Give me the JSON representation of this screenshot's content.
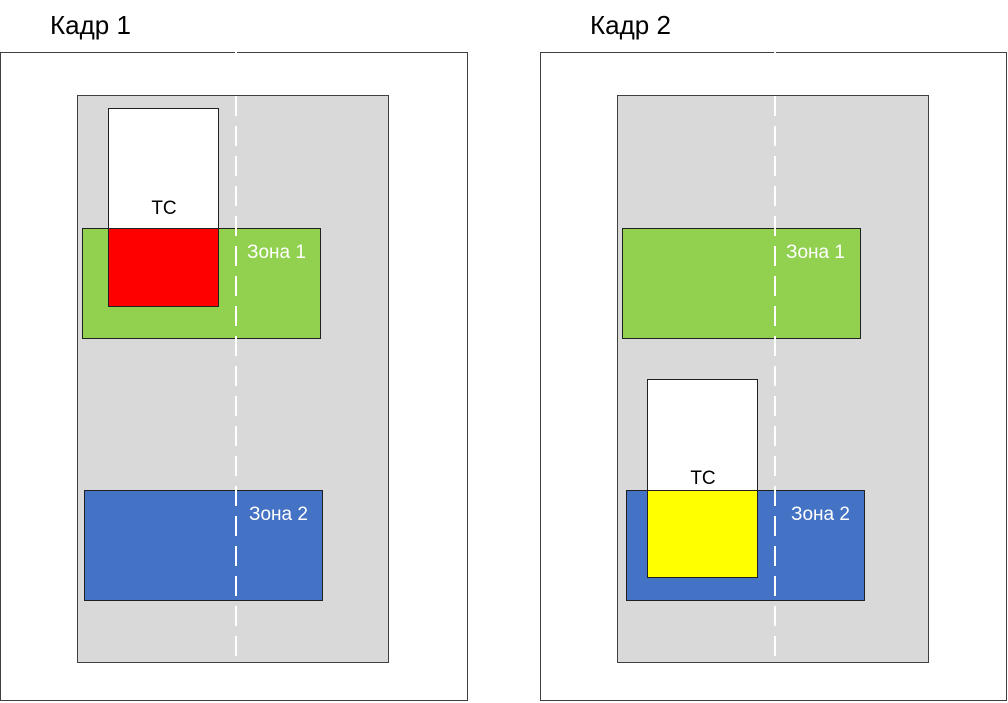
{
  "frames": [
    {
      "title": "Кадр 1",
      "zones": [
        {
          "label": "Зона 1",
          "color": "#92d050"
        },
        {
          "label": "Зона 2",
          "color": "#4472c4"
        }
      ],
      "vehicle": {
        "label": "ТС",
        "overlap_color": "#ff0000",
        "in_zone": "Зона 1"
      }
    },
    {
      "title": "Кадр 2",
      "zones": [
        {
          "label": "Зона 1",
          "color": "#92d050"
        },
        {
          "label": "Зона 2",
          "color": "#4472c4"
        }
      ],
      "vehicle": {
        "label": "ТС",
        "overlap_color": "#ffff00",
        "in_zone": "Зона 2"
      }
    }
  ],
  "colors": {
    "road": "#d9d9d9",
    "lane_marking": "#ffffff",
    "vehicle_body": "#ffffff",
    "frame_border": "#404040"
  }
}
